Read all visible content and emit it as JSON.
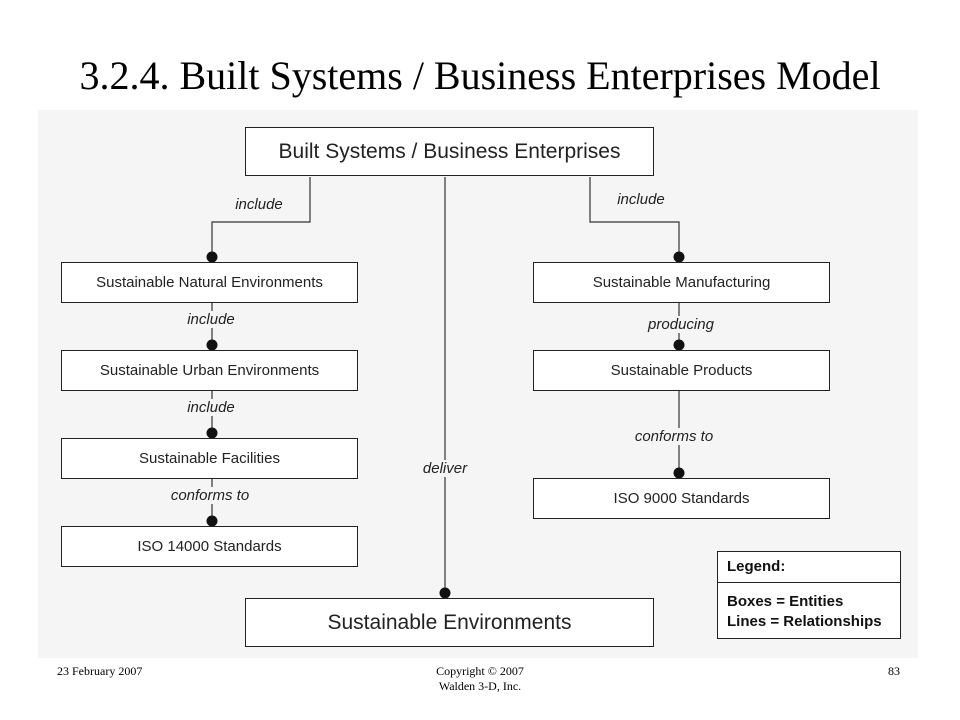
{
  "slide": {
    "title": "3.2.4. Built Systems / Business Enterprises Model"
  },
  "diagram": {
    "entities": {
      "root": "Built Systems / Business Enterprises",
      "natural": "Sustainable Natural Environments",
      "urban": "Sustainable Urban Environments",
      "facilities": "Sustainable Facilities",
      "iso14000": "ISO 14000 Standards",
      "manufacturing": "Sustainable Manufacturing",
      "products": "Sustainable Products",
      "iso9000": "ISO 9000 Standards",
      "environments": "Sustainable Environments"
    },
    "relationships": {
      "root_natural": "include",
      "natural_urban": "include",
      "urban_facilities": "include",
      "facilities_iso14000": "conforms to",
      "root_manufacturing": "include",
      "manufacturing_products": "producing",
      "products_iso9000": "conforms to",
      "root_environments": "deliver"
    }
  },
  "legend": {
    "title": "Legend:",
    "lines": [
      "Boxes = Entities",
      "Lines = Relationships"
    ]
  },
  "footer": {
    "date": "23 February 2007",
    "copyright_line1": "Copyright © 2007",
    "copyright_line2": "Walden 3-D, Inc.",
    "page": "83"
  }
}
